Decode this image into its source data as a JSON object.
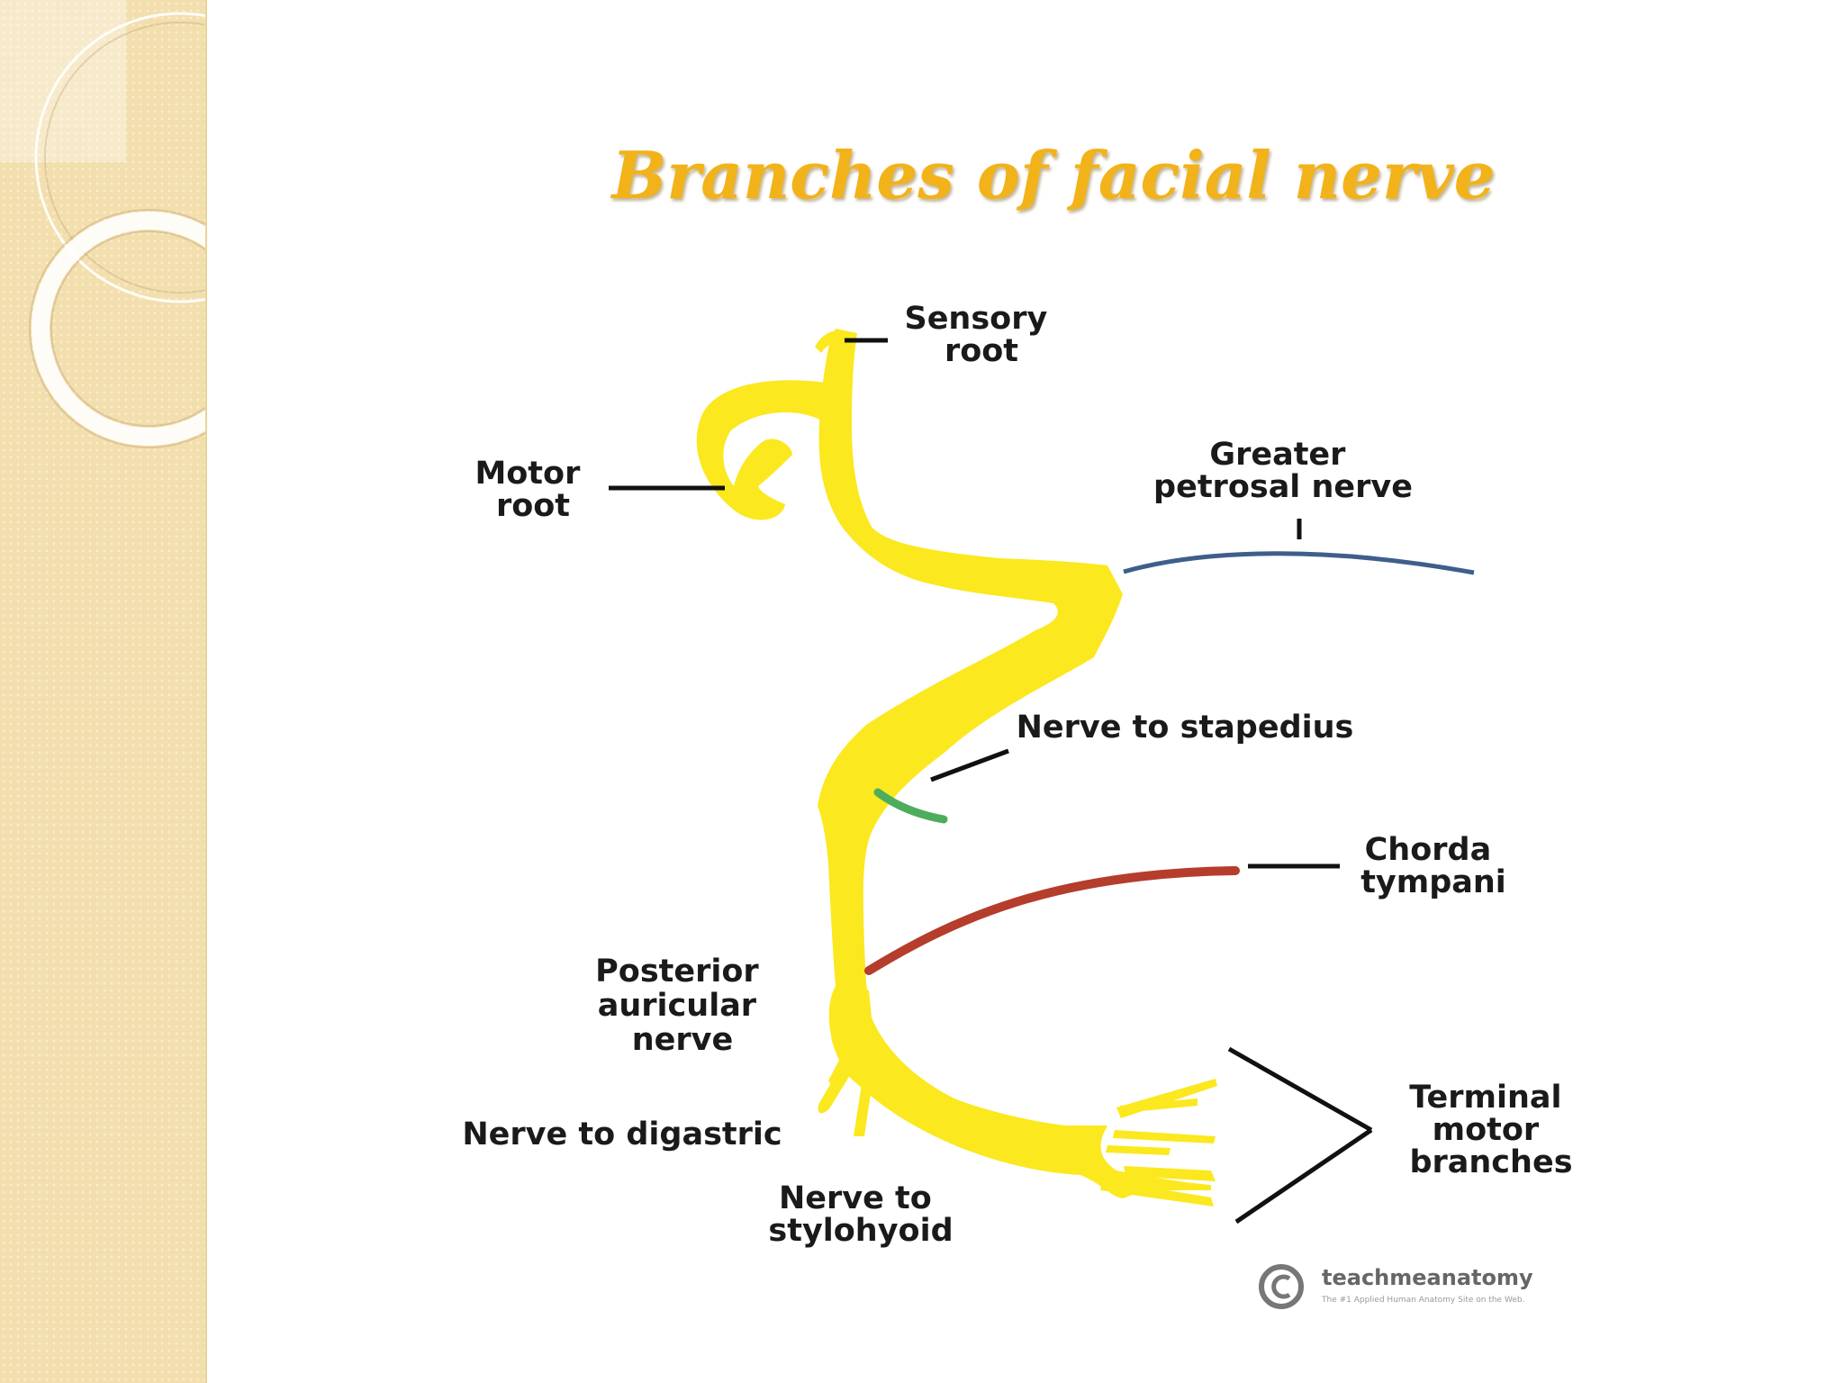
{
  "slide": {
    "title": "Branches of facial nerve"
  },
  "labels": {
    "sensory_root": [
      "Sensory",
      "root"
    ],
    "motor_root": [
      "Motor",
      "root"
    ],
    "greater_petrosal": [
      "Greater",
      "petrosal nerve"
    ],
    "nerve_to_stapedius": [
      "Nerve to stapedius"
    ],
    "chorda_tympani": [
      "Chorda",
      "tympani"
    ],
    "posterior_auricular": [
      "Posterior",
      "auricular",
      "nerve"
    ],
    "nerve_to_digastric": [
      "Nerve to digastric"
    ],
    "nerve_to_stylohyoid": [
      "Nerve to",
      "stylohyoid"
    ],
    "terminal_motor": [
      "Terminal",
      "motor",
      "branches"
    ]
  },
  "watermark": {
    "brand": "teachmeanatomy",
    "tagline": "The #1 Applied Human Anatomy Site on the Web."
  },
  "colors": {
    "nerve": "#fbe81f",
    "greater_petrosal": "#3e5e8c",
    "stapedius": "#4ead5b",
    "chorda_tympani": "#b53d2c",
    "title": "#f2b21a",
    "sidebar": "#f3dfae"
  }
}
